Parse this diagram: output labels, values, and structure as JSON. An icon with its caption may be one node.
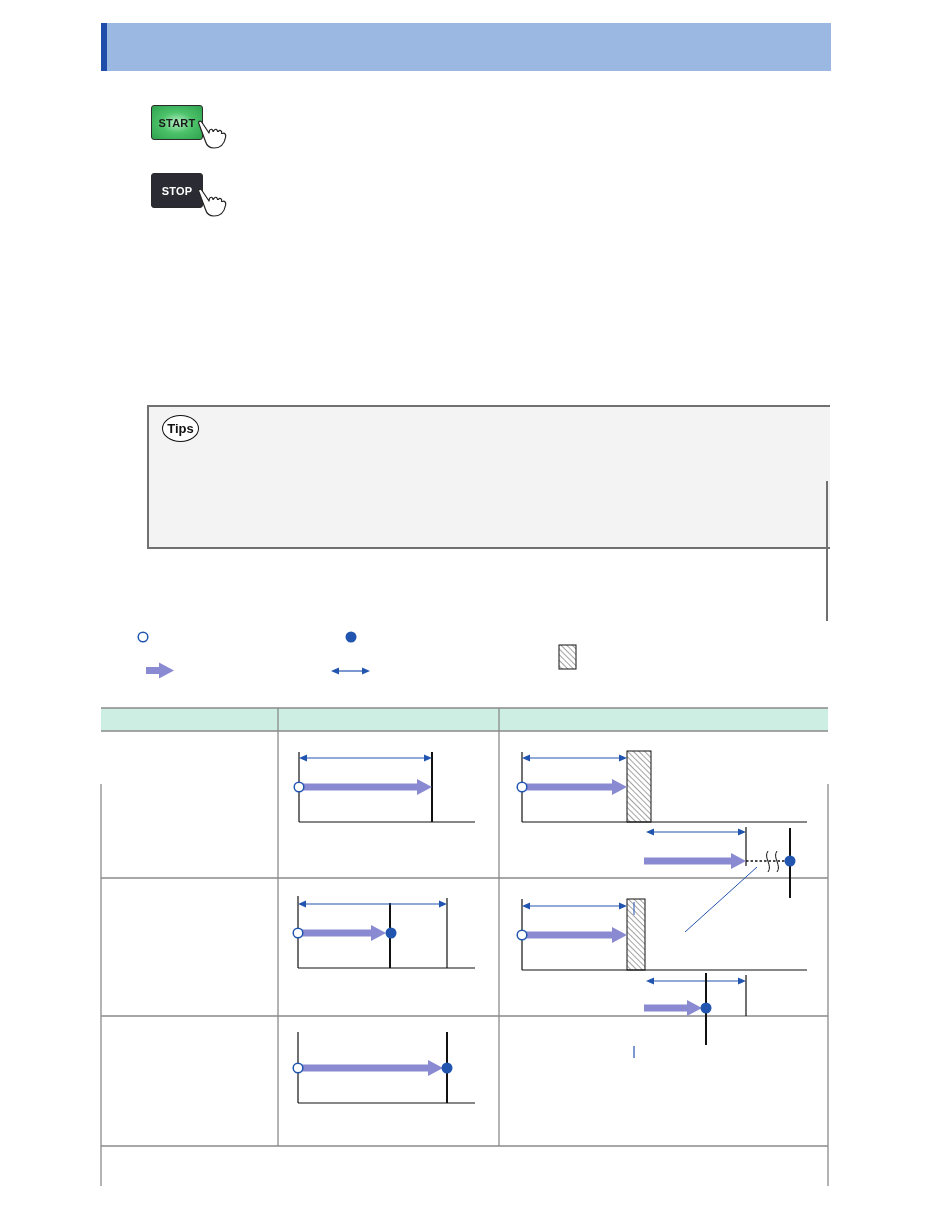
{
  "diagram": {
    "nodes": [
      {
        "text": [],
        "shape": "bar"
      },
      {
        "text": [
          "START"
        ]
      },
      {
        "text": [
          "STOP"
        ]
      },
      {
        "text": [
          "Tips"
        ]
      }
    ]
  }
}
